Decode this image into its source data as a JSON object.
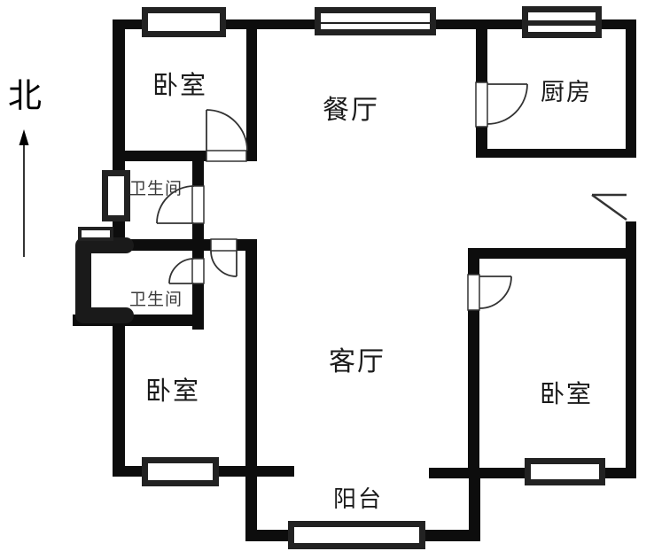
{
  "compass": {
    "label": "北"
  },
  "rooms": {
    "bedroom_tl": {
      "label": "卧室"
    },
    "dining": {
      "label": "餐厅"
    },
    "kitchen": {
      "label": "厨房"
    },
    "bath1": {
      "label": "卫生间"
    },
    "bath2": {
      "label": "卫生间"
    },
    "bedroom_bl": {
      "label": "卧室"
    },
    "living": {
      "label": "客厅"
    },
    "bedroom_br": {
      "label": "卧室"
    },
    "balcony": {
      "label": "阳台"
    }
  },
  "colors": {
    "wall": "#0d0d0d",
    "window_frame": "#222222",
    "door_line": "#333333",
    "text": "#1a1a1a",
    "background": "#ffffff"
  }
}
